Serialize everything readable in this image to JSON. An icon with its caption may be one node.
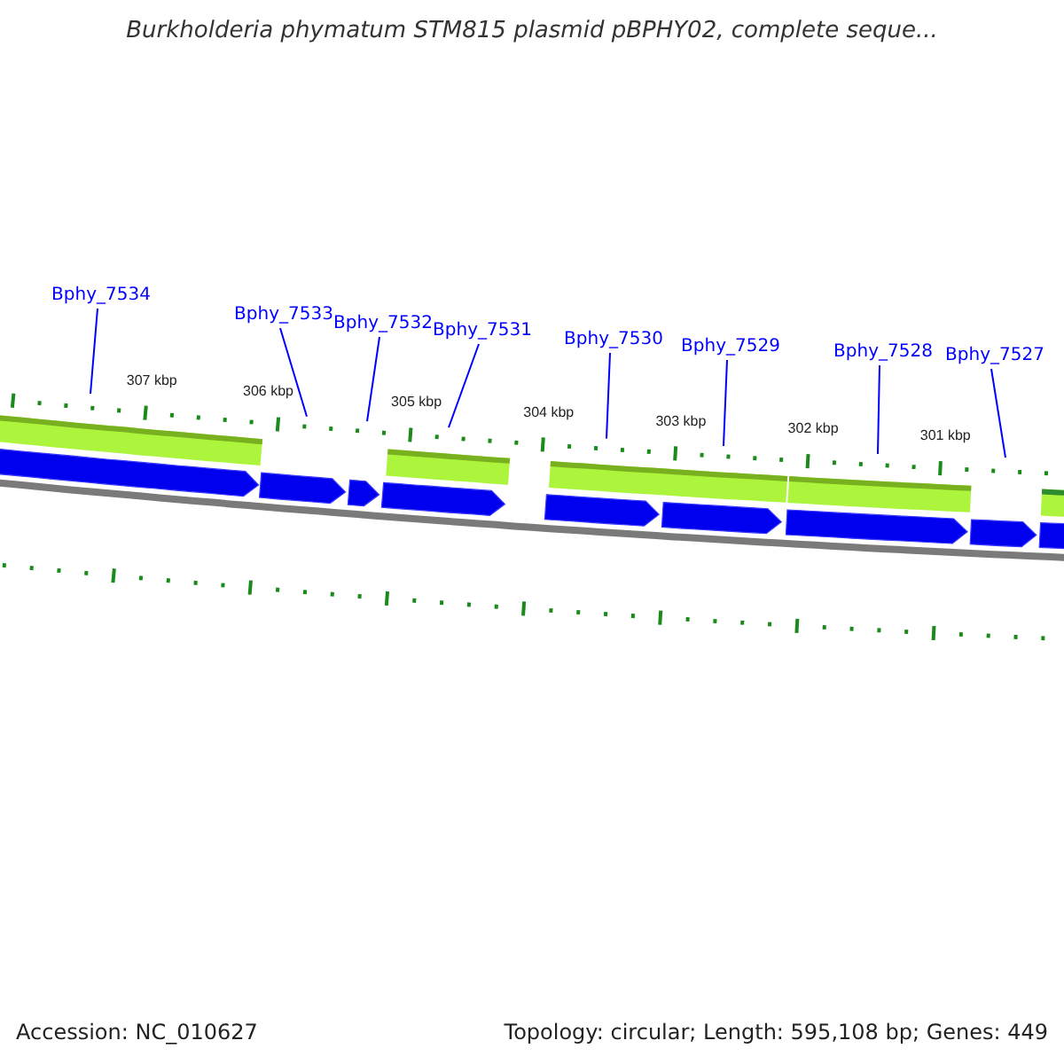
{
  "diagram": {
    "title": "Burkholderia phymatum STM815 plasmid pBPHY02, complete seque...",
    "nodes": [
      {
        "text": [
          "Bphy_7534"
        ]
      },
      {
        "text": [
          "Bphy_7533"
        ]
      },
      {
        "text": [
          "Bphy_7532"
        ]
      },
      {
        "text": [
          "Bphy_7531"
        ]
      },
      {
        "text": [
          "Bphy_7530"
        ]
      },
      {
        "text": [
          "Bphy_7529"
        ]
      },
      {
        "text": [
          "Bphy_7528"
        ]
      },
      {
        "text": [
          "Bphy_7527"
        ]
      }
    ],
    "edges": [
      {
        "from": 0,
        "to": null,
        "arrow": "none"
      },
      {
        "from": 1,
        "to": null,
        "arrow": "none"
      },
      {
        "from": 2,
        "to": null,
        "arrow": "none"
      },
      {
        "from": 3,
        "to": null,
        "arrow": "none"
      },
      {
        "from": 4,
        "to": null,
        "arrow": "none"
      },
      {
        "from": 5,
        "to": null,
        "arrow": "none"
      },
      {
        "from": 6,
        "to": null,
        "arrow": "none"
      },
      {
        "from": 7,
        "to": null,
        "arrow": "none"
      }
    ],
    "labels": [
      "307 kbp",
      "306 kbp",
      "305 kbp",
      "304 kbp",
      "303 kbp",
      "302 kbp",
      "301 kbp",
      "Accession: NC_010627",
      "Topology: circular; Length: 595,108 bp; Genes: 449"
    ]
  }
}
